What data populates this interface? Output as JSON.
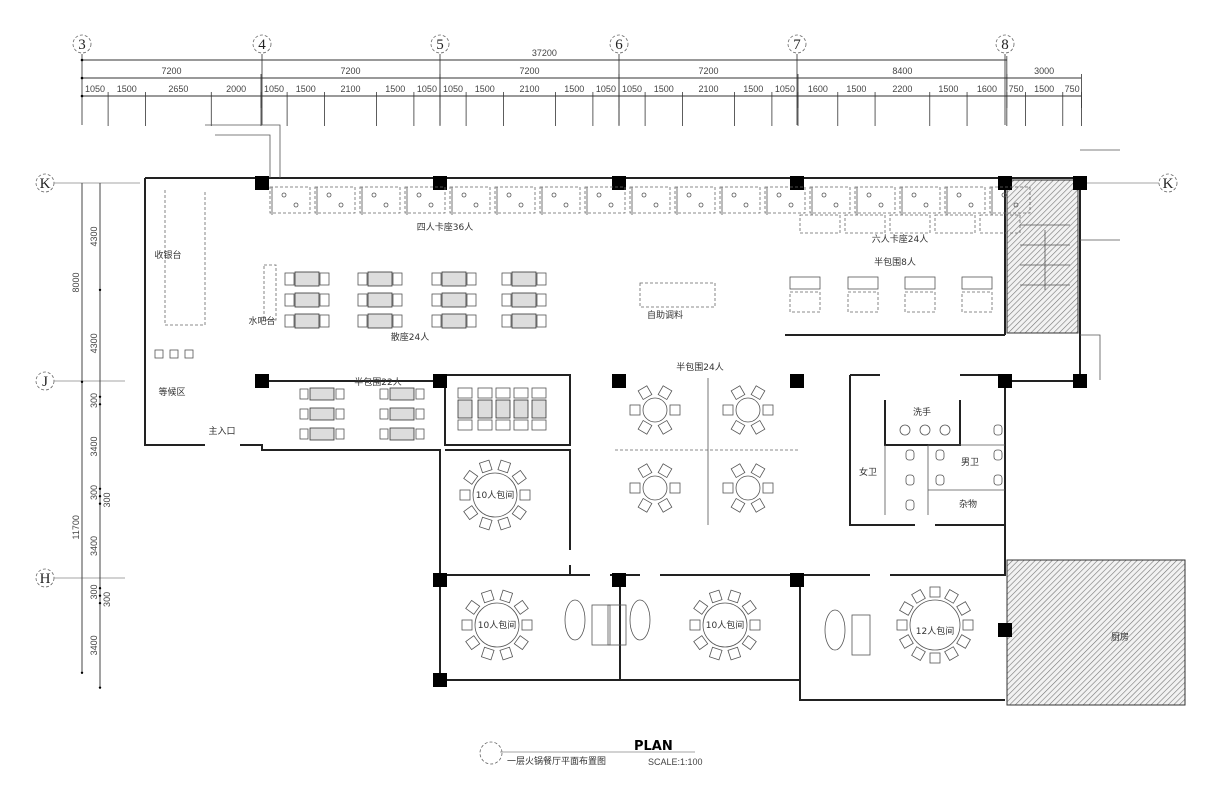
{
  "drawing": {
    "title_cn": "一层火锅餐厅平面布置图",
    "title_en": "PLAN",
    "scale": "SCALE:1:100"
  },
  "grid_axes": {
    "columns": [
      "3",
      "4",
      "5",
      "6",
      "7",
      "8"
    ],
    "rows": [
      "K",
      "J",
      "H"
    ],
    "right_row": "K"
  },
  "dimensions": {
    "total": "37200",
    "bays": [
      "7200",
      "7200",
      "7200",
      "7200",
      "8400",
      "3000"
    ],
    "sub": [
      "1050",
      "1500",
      "2650",
      "2000",
      "1050",
      "1500",
      "2100",
      "1500",
      "1050",
      "1050",
      "1500",
      "2100",
      "1500",
      "1050",
      "1050",
      "1500",
      "2100",
      "1500",
      "1050",
      "1600",
      "1500",
      "2200",
      "1500",
      "1600",
      "750",
      "1500",
      "750"
    ],
    "left_total": [
      "8000",
      "11700"
    ],
    "left_sub": [
      "4300",
      "4300",
      "300",
      "3400",
      "300",
      "300",
      "3400",
      "300",
      "300",
      "3400"
    ]
  },
  "rooms": {
    "booth4": "四人卡座36人",
    "booth6": "六人卡座24人",
    "booth_semi8": "半包围8人",
    "cashier": "收银台",
    "bar": "水吧台",
    "seating24": "散座24人",
    "condiment": "自助调料",
    "semi22": "半包围22人",
    "semi24": "半包围24人",
    "waiting": "等候区",
    "main_entrance": "主入口",
    "private_a": "10人包间",
    "private_b": "10人包间",
    "private_c": "10人包间",
    "private_d": "12人包间",
    "washroom": "洗手",
    "female_wc": "女卫",
    "male_wc": "男卫",
    "storage": "杂物",
    "kitchen": "厨房"
  }
}
